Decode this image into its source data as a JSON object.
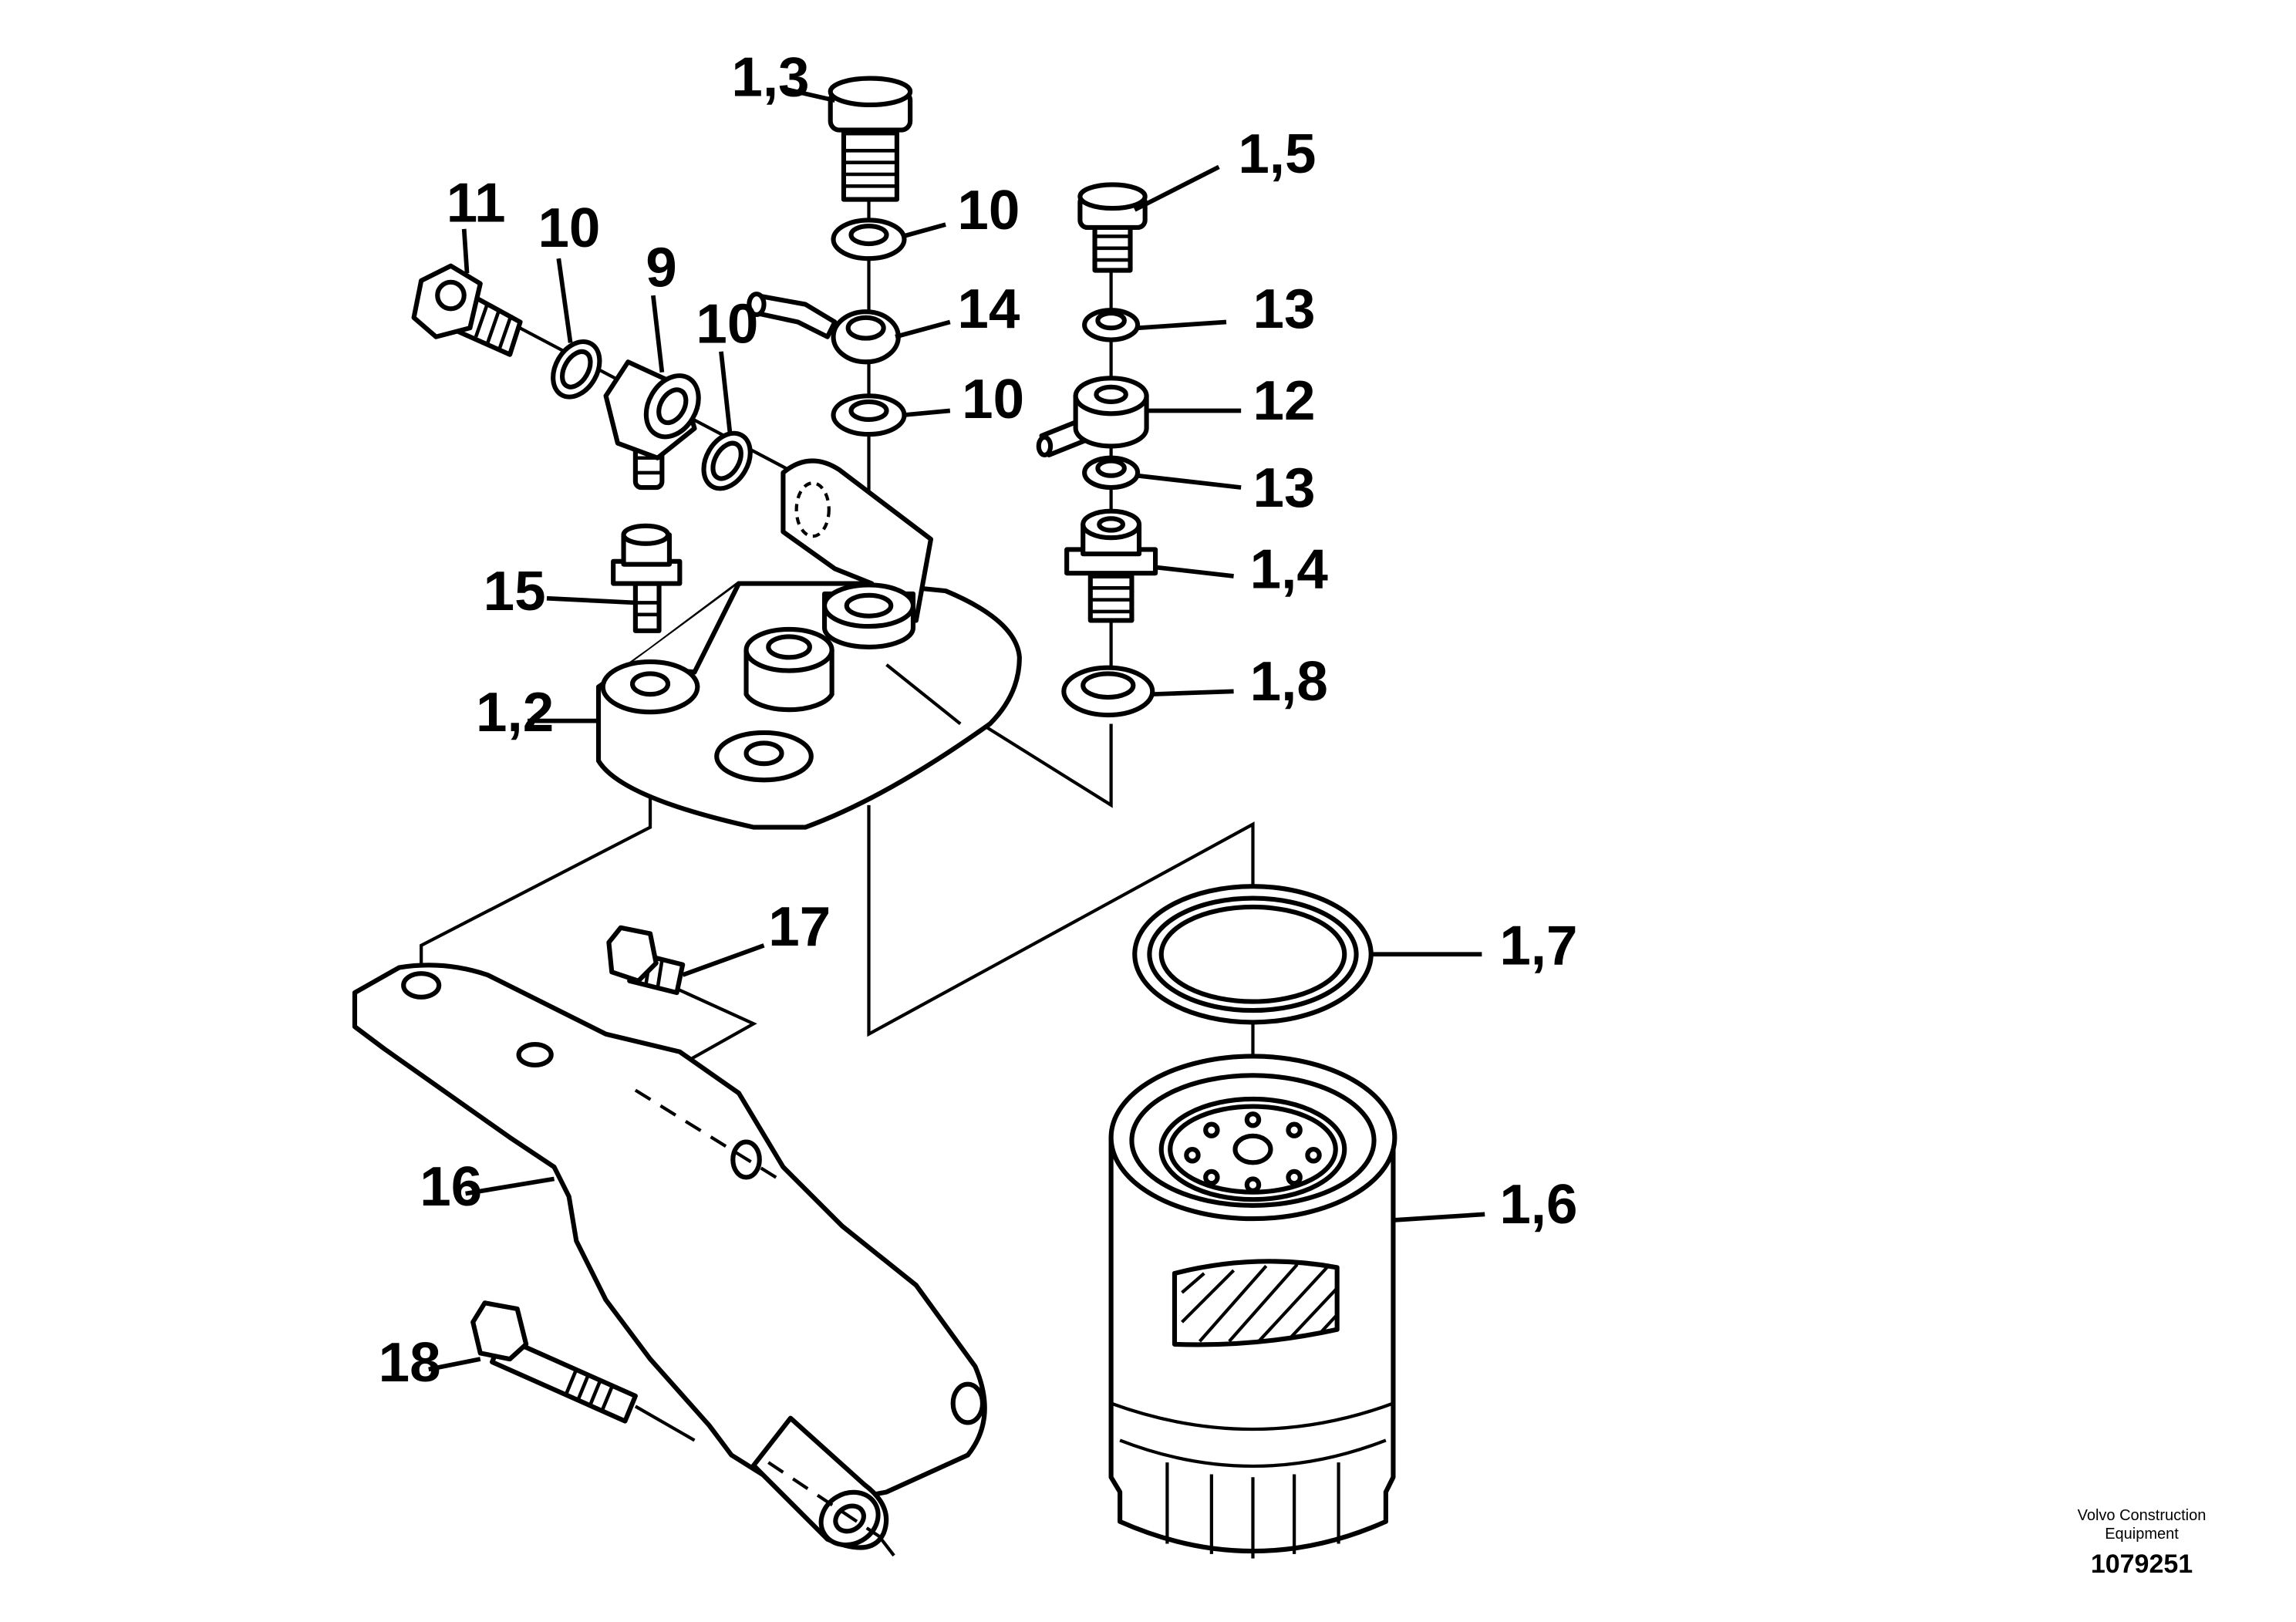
{
  "labels": {
    "p1_3": "1,3",
    "p1_5": "1,5",
    "p11": "11",
    "p10_a": "10",
    "p9": "9",
    "p10_b": "10",
    "p10_c": "10",
    "p14": "14",
    "p10_d": "10",
    "p13_a": "13",
    "p12": "12",
    "p13_b": "13",
    "p1_4": "1,4",
    "p15": "15",
    "p1_2": "1,2",
    "p1_8": "1,8",
    "p17": "17",
    "p1_7": "1,7",
    "p16": "16",
    "p1_6": "1,6",
    "p18": "18"
  },
  "footer": {
    "brand": "Volvo Construction Equipment",
    "drawing_number": "1079251"
  }
}
